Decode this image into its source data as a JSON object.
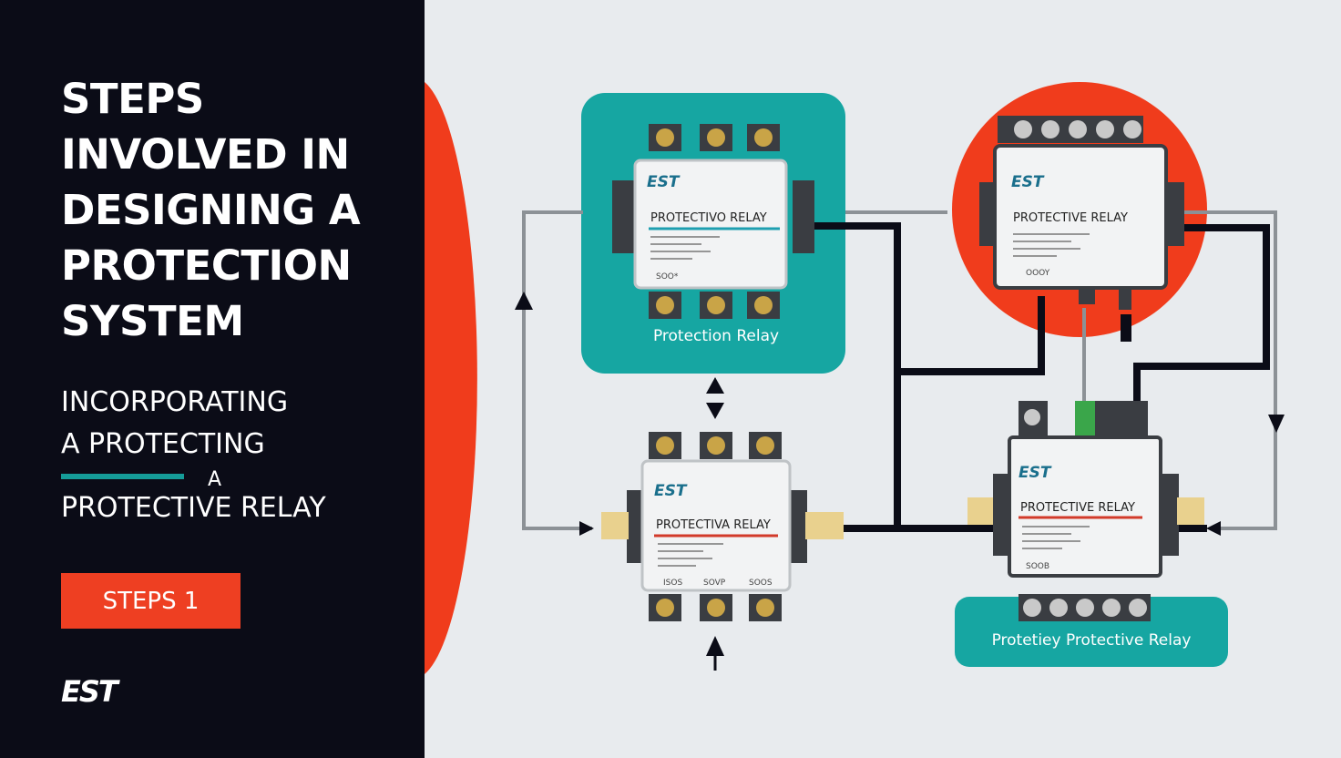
{
  "sidebar": {
    "title": "STEPS\nINVOLVED IN\nDESIGNING A\nPROTECTION\nSYSTEM",
    "line1": "INCORPORATING",
    "line2": "A PROTECTING",
    "small_a": "A",
    "line3": "PROTECTIVE RELAY",
    "button_label": "STEPS 1",
    "logo": "EST"
  },
  "diagram": {
    "relay_top_left": {
      "brand": "EST",
      "label": "PROTECTIVO RELAY",
      "code": "SOO*",
      "caption": "Protection Relay"
    },
    "relay_top_right": {
      "brand": "EST",
      "label": "PROTECTIVE RELAY",
      "code": "OOOY"
    },
    "relay_bottom_left": {
      "brand": "EST",
      "label": "PROTECTIVA RELAY",
      "code1": "ISOS",
      "code2": "SOVP",
      "code3": "SOOS"
    },
    "relay_bottom_right": {
      "brand": "EST",
      "label": "PROTECTIVE RELAY",
      "code": "SOOB",
      "caption": "Protetiey Protective Relay"
    },
    "colors": {
      "teal": "#16a6a2",
      "red": "#f03c1c",
      "dark": "#0b0c17"
    }
  }
}
